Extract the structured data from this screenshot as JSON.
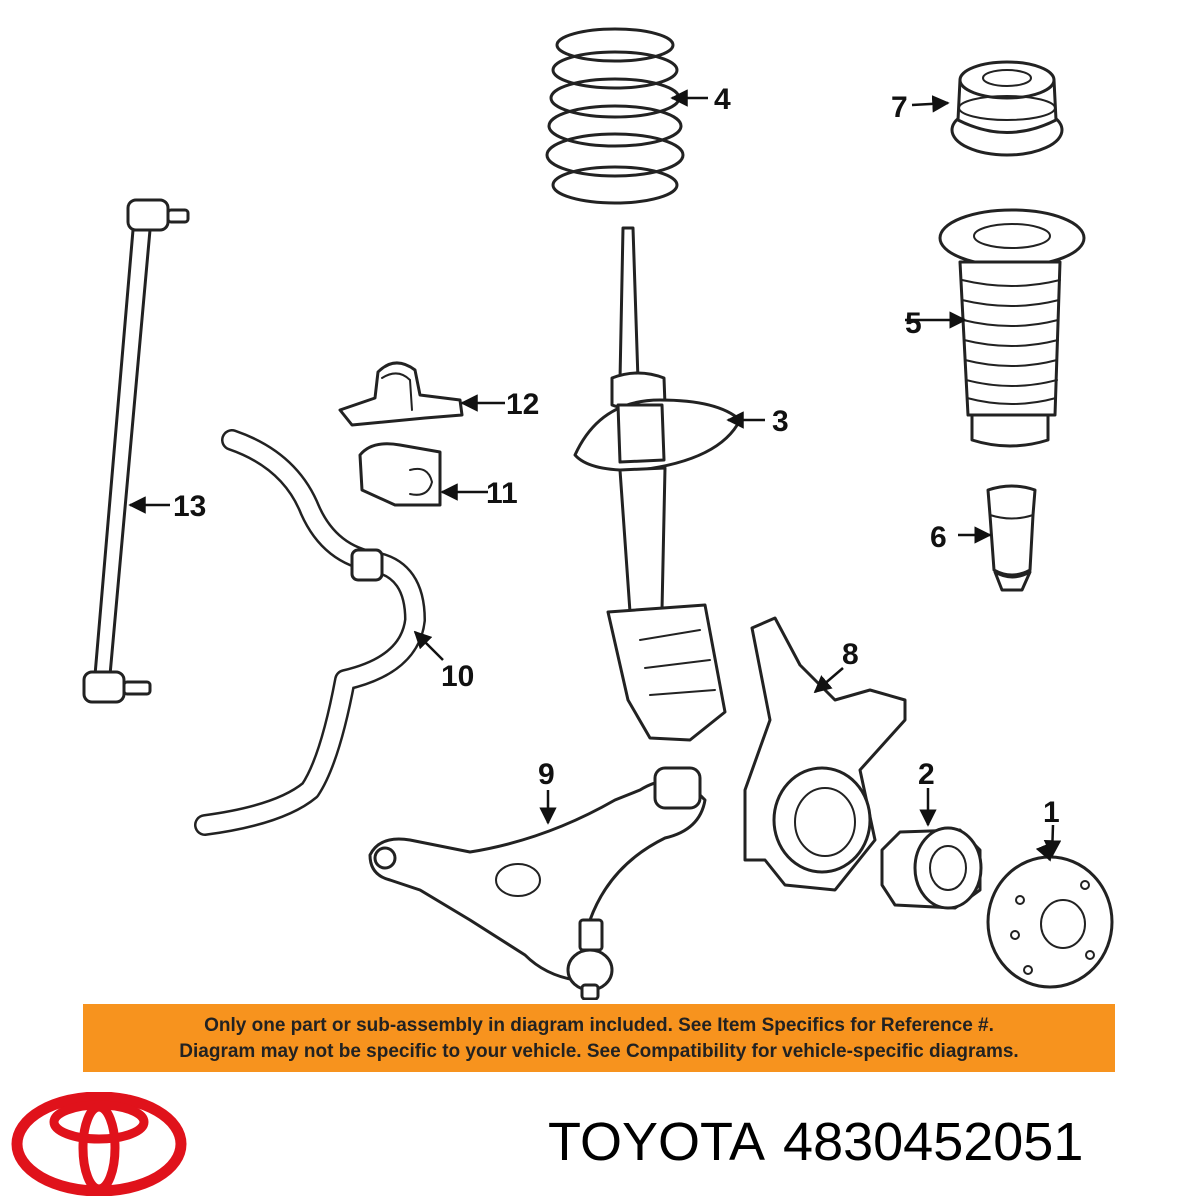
{
  "callouts": {
    "c1": "1",
    "c2": "2",
    "c3": "3",
    "c4": "4",
    "c5": "5",
    "c6": "6",
    "c7": "7",
    "c8": "8",
    "c9": "9",
    "c10": "10",
    "c11": "11",
    "c12": "12",
    "c13": "13"
  },
  "notice": {
    "line1": "Only one part or sub-assembly in diagram included. See Item Specifics for Reference #.",
    "line2": "Diagram may not be specific to your vehicle. See Compatibility for vehicle-specific diagrams."
  },
  "caption": {
    "brand": "TOYOTA",
    "part_number": "4830452051"
  },
  "colors": {
    "notice_bg": "#f7931e",
    "logo_red": "#e0121b",
    "line": "#222222"
  },
  "icons": {
    "logo": "toyota-logo"
  }
}
